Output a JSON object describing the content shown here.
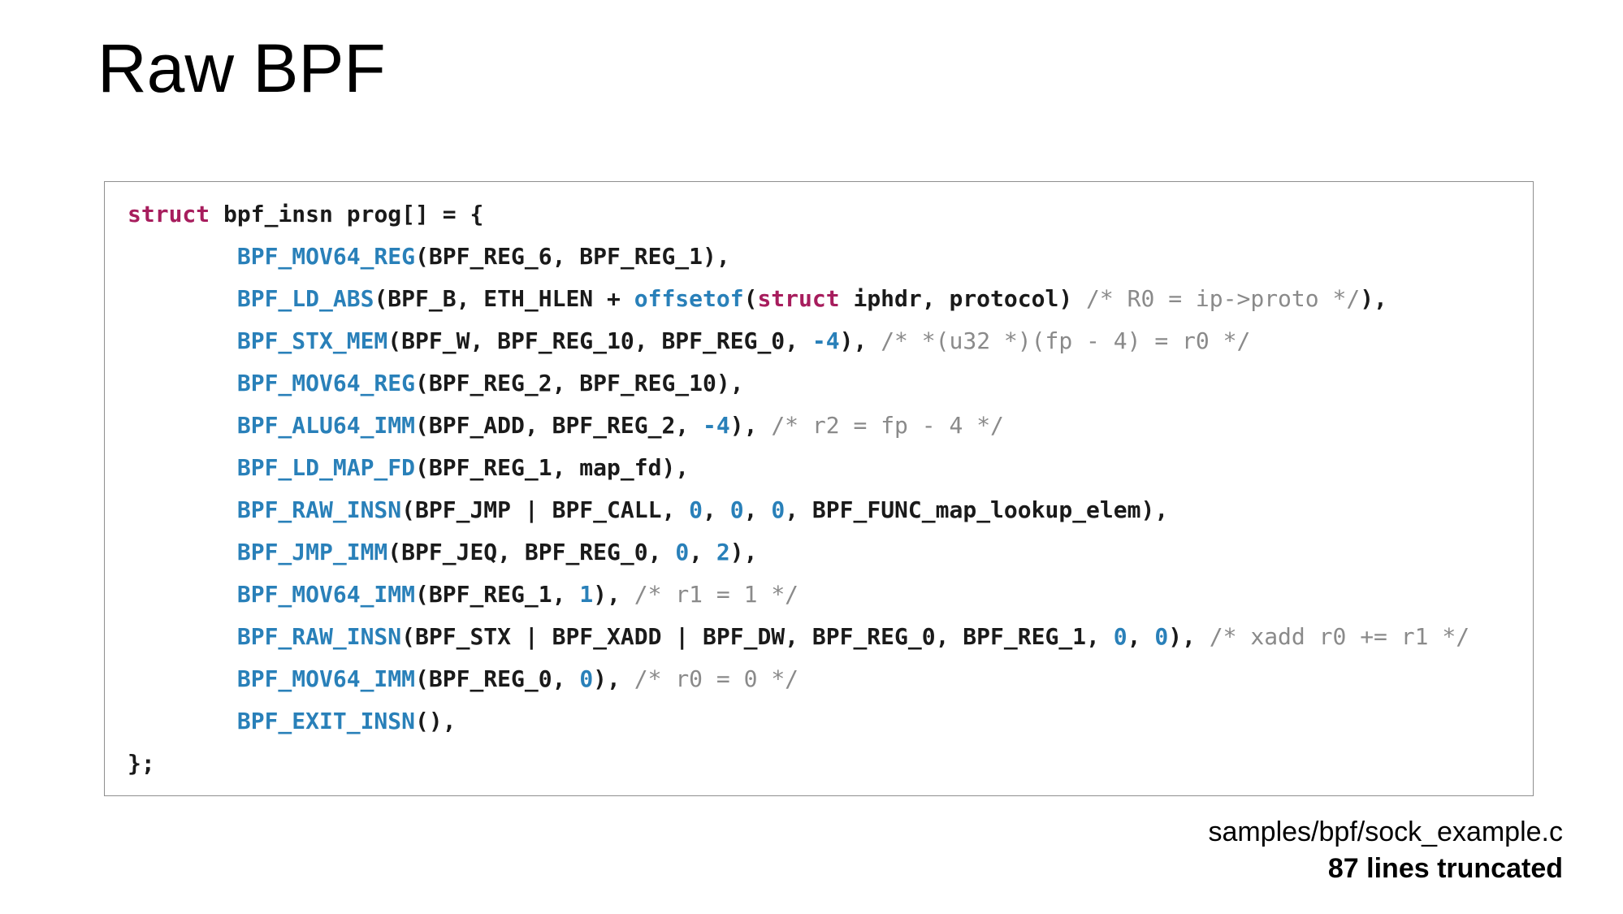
{
  "slide": {
    "title": "Raw BPF",
    "footer": {
      "source": "samples/bpf/sock_example.c",
      "note": "87 lines truncated"
    }
  },
  "code": {
    "colors": {
      "keyword": "#a71d5d",
      "function": "#2980b9",
      "number": "#2980b9",
      "comment": "#8a8a8a",
      "plain": "#1a1a1a",
      "border": "#8f8f8f"
    },
    "lines": [
      {
        "segments": [
          {
            "t": "struct",
            "c": "kw"
          },
          {
            "t": " bpf_insn prog[] = {",
            "c": "pl"
          }
        ]
      },
      {
        "segments": [
          {
            "t": "        ",
            "c": "pl"
          },
          {
            "t": "BPF_MOV64_REG",
            "c": "fn"
          },
          {
            "t": "(BPF_REG_6, BPF_REG_1),",
            "c": "pl"
          }
        ]
      },
      {
        "segments": [
          {
            "t": "        ",
            "c": "pl"
          },
          {
            "t": "BPF_LD_ABS",
            "c": "fn"
          },
          {
            "t": "(BPF_B, ETH_HLEN + ",
            "c": "pl"
          },
          {
            "t": "offsetof",
            "c": "fn"
          },
          {
            "t": "(",
            "c": "pl"
          },
          {
            "t": "struct",
            "c": "kw"
          },
          {
            "t": " iphdr, protocol) ",
            "c": "pl"
          },
          {
            "t": "/* R0 = ip->proto */",
            "c": "cm"
          },
          {
            "t": "),",
            "c": "pl"
          }
        ]
      },
      {
        "segments": [
          {
            "t": "        ",
            "c": "pl"
          },
          {
            "t": "BPF_STX_MEM",
            "c": "fn"
          },
          {
            "t": "(BPF_W, BPF_REG_10, BPF_REG_0, ",
            "c": "pl"
          },
          {
            "t": "-4",
            "c": "num"
          },
          {
            "t": "), ",
            "c": "pl"
          },
          {
            "t": "/* *(u32 *)(fp - 4) = r0 */",
            "c": "cm"
          }
        ]
      },
      {
        "segments": [
          {
            "t": "        ",
            "c": "pl"
          },
          {
            "t": "BPF_MOV64_REG",
            "c": "fn"
          },
          {
            "t": "(BPF_REG_2, BPF_REG_10),",
            "c": "pl"
          }
        ]
      },
      {
        "segments": [
          {
            "t": "        ",
            "c": "pl"
          },
          {
            "t": "BPF_ALU64_IMM",
            "c": "fn"
          },
          {
            "t": "(BPF_ADD, BPF_REG_2, ",
            "c": "pl"
          },
          {
            "t": "-4",
            "c": "num"
          },
          {
            "t": "), ",
            "c": "pl"
          },
          {
            "t": "/* r2 = fp - 4 */",
            "c": "cm"
          }
        ]
      },
      {
        "segments": [
          {
            "t": "        ",
            "c": "pl"
          },
          {
            "t": "BPF_LD_MAP_FD",
            "c": "fn"
          },
          {
            "t": "(BPF_REG_1, map_fd),",
            "c": "pl"
          }
        ]
      },
      {
        "segments": [
          {
            "t": "        ",
            "c": "pl"
          },
          {
            "t": "BPF_RAW_INSN",
            "c": "fn"
          },
          {
            "t": "(BPF_JMP | BPF_CALL, ",
            "c": "pl"
          },
          {
            "t": "0",
            "c": "num"
          },
          {
            "t": ", ",
            "c": "pl"
          },
          {
            "t": "0",
            "c": "num"
          },
          {
            "t": ", ",
            "c": "pl"
          },
          {
            "t": "0",
            "c": "num"
          },
          {
            "t": ", BPF_FUNC_map_lookup_elem),",
            "c": "pl"
          }
        ]
      },
      {
        "segments": [
          {
            "t": "        ",
            "c": "pl"
          },
          {
            "t": "BPF_JMP_IMM",
            "c": "fn"
          },
          {
            "t": "(BPF_JEQ, BPF_REG_0, ",
            "c": "pl"
          },
          {
            "t": "0",
            "c": "num"
          },
          {
            "t": ", ",
            "c": "pl"
          },
          {
            "t": "2",
            "c": "num"
          },
          {
            "t": "),",
            "c": "pl"
          }
        ]
      },
      {
        "segments": [
          {
            "t": "        ",
            "c": "pl"
          },
          {
            "t": "BPF_MOV64_IMM",
            "c": "fn"
          },
          {
            "t": "(BPF_REG_1, ",
            "c": "pl"
          },
          {
            "t": "1",
            "c": "num"
          },
          {
            "t": "), ",
            "c": "pl"
          },
          {
            "t": "/* r1 = 1 */",
            "c": "cm"
          }
        ]
      },
      {
        "segments": [
          {
            "t": "        ",
            "c": "pl"
          },
          {
            "t": "BPF_RAW_INSN",
            "c": "fn"
          },
          {
            "t": "(BPF_STX | BPF_XADD | BPF_DW, BPF_REG_0, BPF_REG_1, ",
            "c": "pl"
          },
          {
            "t": "0",
            "c": "num"
          },
          {
            "t": ", ",
            "c": "pl"
          },
          {
            "t": "0",
            "c": "num"
          },
          {
            "t": "), ",
            "c": "pl"
          },
          {
            "t": "/* xadd r0 += r1 */",
            "c": "cm"
          }
        ]
      },
      {
        "segments": [
          {
            "t": "        ",
            "c": "pl"
          },
          {
            "t": "BPF_MOV64_IMM",
            "c": "fn"
          },
          {
            "t": "(BPF_REG_0, ",
            "c": "pl"
          },
          {
            "t": "0",
            "c": "num"
          },
          {
            "t": "), ",
            "c": "pl"
          },
          {
            "t": "/* r0 = 0 */",
            "c": "cm"
          }
        ]
      },
      {
        "segments": [
          {
            "t": "        ",
            "c": "pl"
          },
          {
            "t": "BPF_EXIT_INSN",
            "c": "fn"
          },
          {
            "t": "(),",
            "c": "pl"
          }
        ]
      },
      {
        "segments": [
          {
            "t": "};",
            "c": "pl"
          }
        ]
      }
    ]
  }
}
